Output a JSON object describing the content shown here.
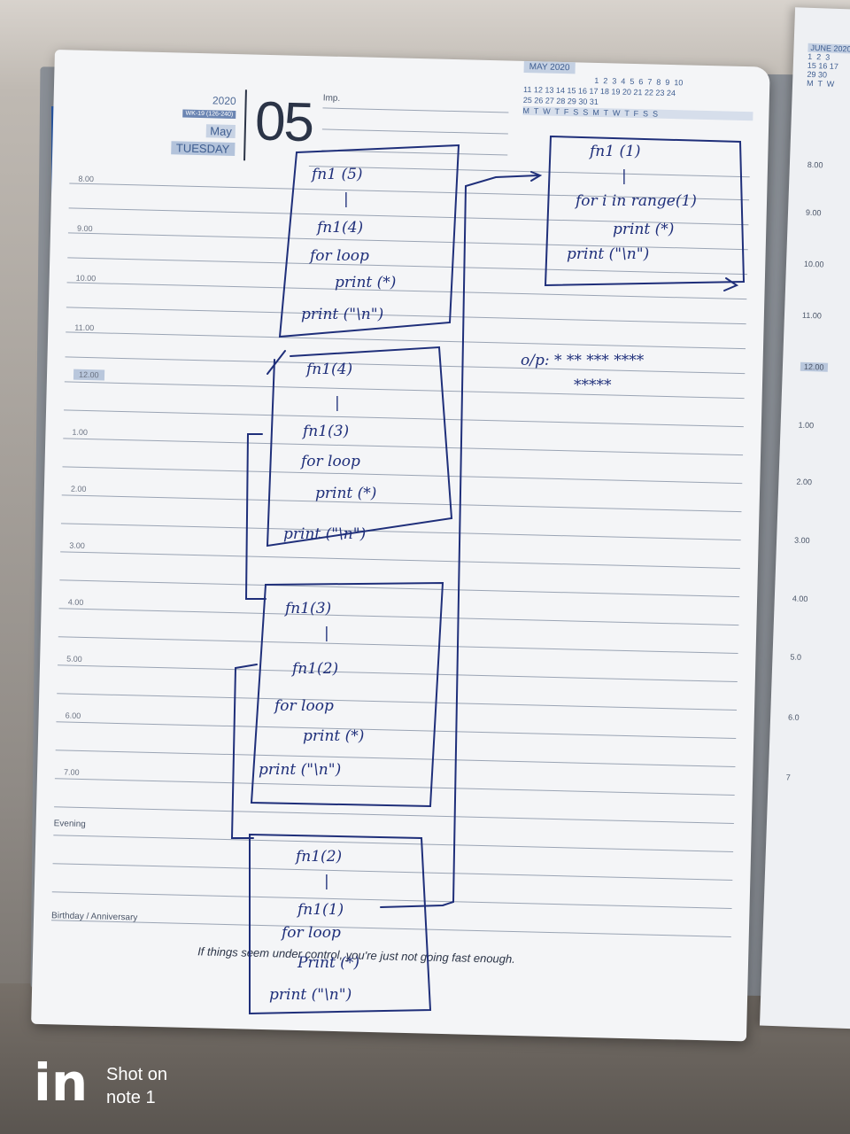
{
  "planner": {
    "year": "2020",
    "week": "WK-19 (126-240)",
    "month": "May",
    "weekday": "TUESDAY",
    "day": "05",
    "imp_label": "Imp.",
    "mini_calendar": {
      "title": "MAY 2020",
      "row1": "1  2  3  4  5  6  7  8  9  10",
      "row2": "11 12 13 14 15 16 17 18 19 20 21 22 23 24",
      "row3": "25 26 27 28 29 30 31",
      "weekdays": "M  T  W  T  F  S  S  M  T  W  T  F  S  S"
    },
    "hours": [
      "8.00",
      "9.00",
      "10.00",
      "11.00",
      "12.00",
      "1.00",
      "2.00",
      "3.00",
      "4.00",
      "5.00",
      "6.00",
      "7.00"
    ],
    "evening_label": "Evening",
    "birthday_label": "Birthday / Anniversary",
    "quote": "If things seem under control, you're just not going fast enough."
  },
  "right_page": {
    "calendar_title": "JUNE 2020",
    "row1": "1  2  3",
    "row2": "15 16 17",
    "row3": "29 30",
    "weekdays": "M  T  W",
    "hours": [
      "8.00",
      "9.00",
      "10.00",
      "11.00",
      "12.00",
      "1.00",
      "2.00",
      "3.00",
      "4.00",
      "5.0",
      "6.0",
      "7"
    ]
  },
  "handwriting": {
    "box1": [
      "fn1 (5)",
      "|",
      "fn1(4)",
      "for loop",
      "print (*)",
      "print (\"\\n\")"
    ],
    "box2": [
      "fn1(4)",
      "|",
      "fn1(3)",
      "for loop",
      "print (*)",
      "print (\"\\n\")"
    ],
    "box3": [
      "fn1(3)",
      "|",
      "fn1(2)",
      "for loop",
      "print (*)",
      "print (\"\\n\")"
    ],
    "box4": [
      "fn1(2)",
      "|",
      "fn1(1)",
      "for loop",
      "Print (*)",
      "print (\"\\n\")"
    ],
    "box5": [
      "fn1 (1)",
      "|",
      "for i in range(1)",
      "print (*)",
      "print (\"\\n\")"
    ],
    "output_line1": "o/p: * ** *** ****",
    "output_line2": "*****"
  },
  "watermark": {
    "line1": "Shot on",
    "line2": "note 1"
  },
  "colors": {
    "ink": "#1f2f7a",
    "accent": "#3e5d90",
    "paper": "#f4f5f7"
  }
}
